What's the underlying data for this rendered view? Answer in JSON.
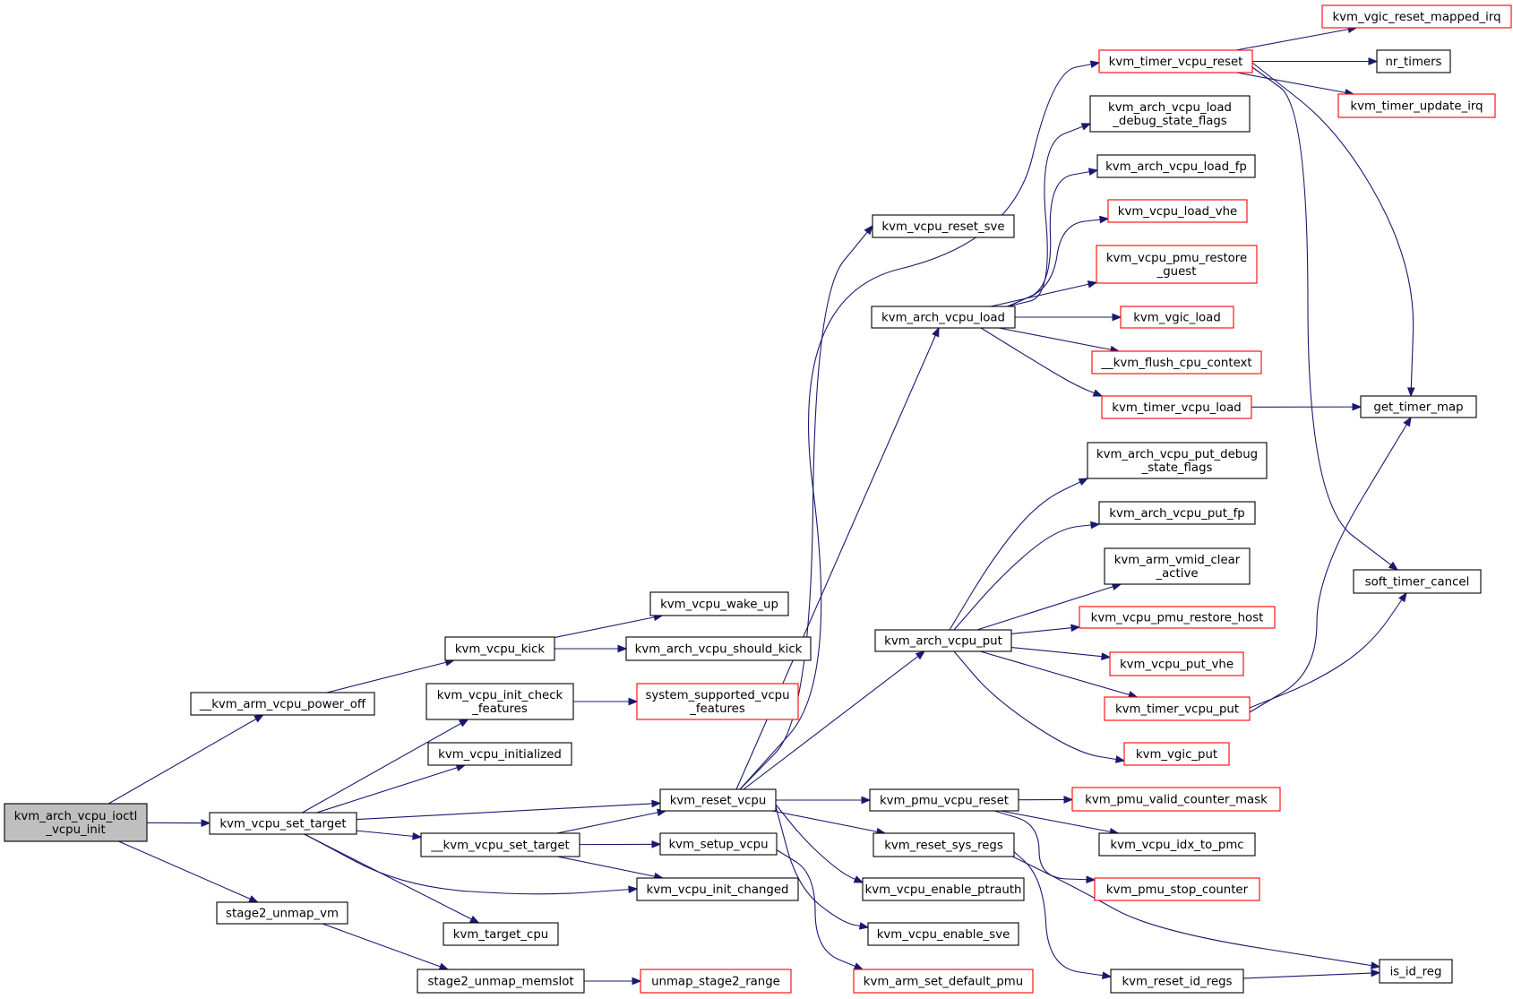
{
  "graph": {
    "root": "n_root",
    "nodes": [
      {
        "id": "n_root",
        "lines": [
          "kvm_arch_vcpu_ioctl",
          "_vcpu_init"
        ],
        "style": "root"
      },
      {
        "id": "n_power_off",
        "lines": [
          "__kvm_arm_vcpu_power_off"
        ],
        "style": "normal"
      },
      {
        "id": "n_set_target",
        "lines": [
          "kvm_vcpu_set_target"
        ],
        "style": "normal"
      },
      {
        "id": "n_s2_unmap_vm",
        "lines": [
          "stage2_unmap_vm"
        ],
        "style": "normal"
      },
      {
        "id": "n_kick",
        "lines": [
          "kvm_vcpu_kick"
        ],
        "style": "normal"
      },
      {
        "id": "n_init_check",
        "lines": [
          "kvm_vcpu_init_check",
          "_features"
        ],
        "style": "normal"
      },
      {
        "id": "n_initialized",
        "lines": [
          "kvm_vcpu_initialized"
        ],
        "style": "normal"
      },
      {
        "id": "n___set_target",
        "lines": [
          "__kvm_vcpu_set_target"
        ],
        "style": "normal"
      },
      {
        "id": "n_target_cpu",
        "lines": [
          "kvm_target_cpu"
        ],
        "style": "normal"
      },
      {
        "id": "n_s2_unmap_memslot",
        "lines": [
          "stage2_unmap_memslot"
        ],
        "style": "normal"
      },
      {
        "id": "n_wake_up",
        "lines": [
          "kvm_vcpu_wake_up"
        ],
        "style": "normal"
      },
      {
        "id": "n_should_kick",
        "lines": [
          "kvm_arch_vcpu_should_kick"
        ],
        "style": "normal"
      },
      {
        "id": "n_sys_supported",
        "lines": [
          "system_supported_vcpu",
          "_features"
        ],
        "style": "red"
      },
      {
        "id": "n_reset_vcpu",
        "lines": [
          "kvm_reset_vcpu"
        ],
        "style": "normal"
      },
      {
        "id": "n_setup_vcpu",
        "lines": [
          "kvm_setup_vcpu"
        ],
        "style": "normal"
      },
      {
        "id": "n_init_changed",
        "lines": [
          "kvm_vcpu_init_changed"
        ],
        "style": "normal"
      },
      {
        "id": "n_unmap_s2_range",
        "lines": [
          "unmap_stage2_range"
        ],
        "style": "red"
      },
      {
        "id": "n_reset_sve",
        "lines": [
          "kvm_vcpu_reset_sve"
        ],
        "style": "normal"
      },
      {
        "id": "n_vcpu_load",
        "lines": [
          "kvm_arch_vcpu_load"
        ],
        "style": "normal"
      },
      {
        "id": "n_vcpu_put",
        "lines": [
          "kvm_arch_vcpu_put"
        ],
        "style": "normal"
      },
      {
        "id": "n_pmu_vcpu_reset",
        "lines": [
          "kvm_pmu_vcpu_reset"
        ],
        "style": "normal"
      },
      {
        "id": "n_reset_sys_regs",
        "lines": [
          "kvm_reset_sys_regs"
        ],
        "style": "normal"
      },
      {
        "id": "n_enable_ptrauth",
        "lines": [
          "kvm_vcpu_enable_ptrauth"
        ],
        "style": "normal"
      },
      {
        "id": "n_enable_sve",
        "lines": [
          "kvm_vcpu_enable_sve"
        ],
        "style": "normal"
      },
      {
        "id": "n_set_default_pmu",
        "lines": [
          "kvm_arm_set_default_pmu"
        ],
        "style": "red"
      },
      {
        "id": "n_timer_vcpu_reset",
        "lines": [
          "kvm_timer_vcpu_reset"
        ],
        "style": "red"
      },
      {
        "id": "n_load_debug",
        "lines": [
          "kvm_arch_vcpu_load",
          "_debug_state_flags"
        ],
        "style": "normal"
      },
      {
        "id": "n_load_fp",
        "lines": [
          "kvm_arch_vcpu_load_fp"
        ],
        "style": "normal"
      },
      {
        "id": "n_load_vhe",
        "lines": [
          "kvm_vcpu_load_vhe"
        ],
        "style": "red"
      },
      {
        "id": "n_pmu_restore_guest",
        "lines": [
          "kvm_vcpu_pmu_restore",
          "_guest"
        ],
        "style": "red"
      },
      {
        "id": "n_vgic_load",
        "lines": [
          "kvm_vgic_load"
        ],
        "style": "red"
      },
      {
        "id": "n_flush_cpu",
        "lines": [
          "__kvm_flush_cpu_context"
        ],
        "style": "red"
      },
      {
        "id": "n_timer_vcpu_load",
        "lines": [
          "kvm_timer_vcpu_load"
        ],
        "style": "red"
      },
      {
        "id": "n_put_debug",
        "lines": [
          "kvm_arch_vcpu_put_debug",
          "_state_flags"
        ],
        "style": "normal"
      },
      {
        "id": "n_put_fp",
        "lines": [
          "kvm_arch_vcpu_put_fp"
        ],
        "style": "normal"
      },
      {
        "id": "n_vmid_clear",
        "lines": [
          "kvm_arm_vmid_clear",
          "_active"
        ],
        "style": "normal"
      },
      {
        "id": "n_pmu_restore_host",
        "lines": [
          "kvm_vcpu_pmu_restore_host"
        ],
        "style": "red"
      },
      {
        "id": "n_put_vhe",
        "lines": [
          "kvm_vcpu_put_vhe"
        ],
        "style": "red"
      },
      {
        "id": "n_timer_vcpu_put",
        "lines": [
          "kvm_timer_vcpu_put"
        ],
        "style": "red"
      },
      {
        "id": "n_vgic_put",
        "lines": [
          "kvm_vgic_put"
        ],
        "style": "red"
      },
      {
        "id": "n_pmu_valid_mask",
        "lines": [
          "kvm_pmu_valid_counter_mask"
        ],
        "style": "red"
      },
      {
        "id": "n_idx_to_pmc",
        "lines": [
          "kvm_vcpu_idx_to_pmc"
        ],
        "style": "normal"
      },
      {
        "id": "n_pmu_stop_counter",
        "lines": [
          "kvm_pmu_stop_counter"
        ],
        "style": "red"
      },
      {
        "id": "n_reset_id_regs",
        "lines": [
          "kvm_reset_id_regs"
        ],
        "style": "normal"
      },
      {
        "id": "n_vgic_reset_mapped",
        "lines": [
          "kvm_vgic_reset_mapped_irq"
        ],
        "style": "red"
      },
      {
        "id": "n_nr_timers",
        "lines": [
          "nr_timers"
        ],
        "style": "normal"
      },
      {
        "id": "n_timer_update_irq",
        "lines": [
          "kvm_timer_update_irq"
        ],
        "style": "red"
      },
      {
        "id": "n_get_timer_map",
        "lines": [
          "get_timer_map"
        ],
        "style": "normal"
      },
      {
        "id": "n_soft_timer_cancel",
        "lines": [
          "soft_timer_cancel"
        ],
        "style": "normal"
      },
      {
        "id": "n_is_id_reg",
        "lines": [
          "is_id_reg"
        ],
        "style": "normal"
      }
    ],
    "edges": [
      [
        "n_root",
        "n_power_off"
      ],
      [
        "n_root",
        "n_set_target"
      ],
      [
        "n_root",
        "n_s2_unmap_vm"
      ],
      [
        "n_power_off",
        "n_kick"
      ],
      [
        "n_kick",
        "n_wake_up"
      ],
      [
        "n_kick",
        "n_should_kick"
      ],
      [
        "n_set_target",
        "n_init_check"
      ],
      [
        "n_set_target",
        "n_initialized"
      ],
      [
        "n_set_target",
        "n_reset_vcpu"
      ],
      [
        "n_set_target",
        "n___set_target"
      ],
      [
        "n_set_target",
        "n_init_changed"
      ],
      [
        "n_set_target",
        "n_target_cpu"
      ],
      [
        "n_s2_unmap_vm",
        "n_s2_unmap_memslot"
      ],
      [
        "n_s2_unmap_memslot",
        "n_unmap_s2_range"
      ],
      [
        "n_init_check",
        "n_sys_supported"
      ],
      [
        "n___set_target",
        "n_reset_vcpu"
      ],
      [
        "n___set_target",
        "n_setup_vcpu"
      ],
      [
        "n___set_target",
        "n_init_changed"
      ],
      [
        "n_setup_vcpu",
        "n_set_default_pmu"
      ],
      [
        "n_reset_vcpu",
        "n_reset_sve"
      ],
      [
        "n_reset_vcpu",
        "n_timer_vcpu_reset"
      ],
      [
        "n_reset_vcpu",
        "n_vcpu_load"
      ],
      [
        "n_reset_vcpu",
        "n_vcpu_put"
      ],
      [
        "n_reset_vcpu",
        "n_pmu_vcpu_reset"
      ],
      [
        "n_reset_vcpu",
        "n_reset_sys_regs"
      ],
      [
        "n_reset_vcpu",
        "n_enable_ptrauth"
      ],
      [
        "n_reset_vcpu",
        "n_enable_sve"
      ],
      [
        "n_vcpu_load",
        "n_load_debug"
      ],
      [
        "n_vcpu_load",
        "n_load_fp"
      ],
      [
        "n_vcpu_load",
        "n_load_vhe"
      ],
      [
        "n_vcpu_load",
        "n_pmu_restore_guest"
      ],
      [
        "n_vcpu_load",
        "n_vgic_load"
      ],
      [
        "n_vcpu_load",
        "n_flush_cpu"
      ],
      [
        "n_vcpu_load",
        "n_timer_vcpu_load"
      ],
      [
        "n_vcpu_put",
        "n_put_debug"
      ],
      [
        "n_vcpu_put",
        "n_put_fp"
      ],
      [
        "n_vcpu_put",
        "n_vmid_clear"
      ],
      [
        "n_vcpu_put",
        "n_pmu_restore_host"
      ],
      [
        "n_vcpu_put",
        "n_put_vhe"
      ],
      [
        "n_vcpu_put",
        "n_timer_vcpu_put"
      ],
      [
        "n_vcpu_put",
        "n_vgic_put"
      ],
      [
        "n_pmu_vcpu_reset",
        "n_pmu_valid_mask"
      ],
      [
        "n_pmu_vcpu_reset",
        "n_idx_to_pmc"
      ],
      [
        "n_pmu_vcpu_reset",
        "n_pmu_stop_counter"
      ],
      [
        "n_reset_sys_regs",
        "n_is_id_reg"
      ],
      [
        "n_reset_sys_regs",
        "n_reset_id_regs"
      ],
      [
        "n_reset_id_regs",
        "n_is_id_reg"
      ],
      [
        "n_timer_vcpu_reset",
        "n_vgic_reset_mapped"
      ],
      [
        "n_timer_vcpu_reset",
        "n_nr_timers"
      ],
      [
        "n_timer_vcpu_reset",
        "n_timer_update_irq"
      ],
      [
        "n_timer_vcpu_reset",
        "n_get_timer_map"
      ],
      [
        "n_timer_vcpu_reset",
        "n_soft_timer_cancel"
      ],
      [
        "n_timer_vcpu_load",
        "n_get_timer_map"
      ],
      [
        "n_timer_vcpu_put",
        "n_get_timer_map"
      ],
      [
        "n_timer_vcpu_put",
        "n_soft_timer_cancel"
      ]
    ]
  }
}
